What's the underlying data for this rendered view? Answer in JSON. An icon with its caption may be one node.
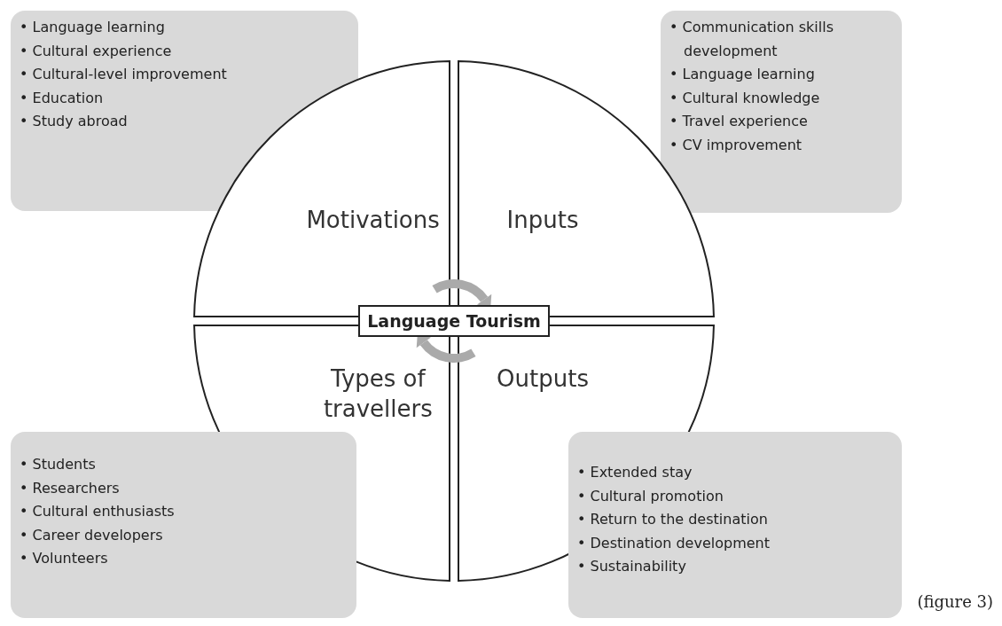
{
  "diagram": {
    "nodes": [
      {
        "text": [
          "• Language learning",
          "• Cultural experience",
          "• Cultural-level improvement",
          "• Education",
          "• Study abroad"
        ]
      },
      {
        "text": [
          "• Communication skills development",
          "• Language learning",
          "• Cultural knowledge",
          "• Travel experience",
          "• CV improvement"
        ]
      },
      {
        "text": [
          "Motivations"
        ]
      },
      {
        "text": [
          "Inputs"
        ]
      },
      {
        "text": [
          "Language Tourism"
        ]
      },
      {
        "text": [
          "Types of travellers"
        ]
      },
      {
        "text": [
          "Outputs"
        ]
      },
      {
        "text": [
          "• Students",
          "• Researchers",
          "• Cultural enthusiasts",
          "• Career developers",
          "• Volunteers"
        ]
      },
      {
        "text": [
          "• Extended stay",
          "• Cultural promotion",
          "• Return to the destination",
          "• Destination development",
          "• Sustainability"
        ]
      }
    ],
    "labels": [
      "(figure 3)"
    ]
  }
}
